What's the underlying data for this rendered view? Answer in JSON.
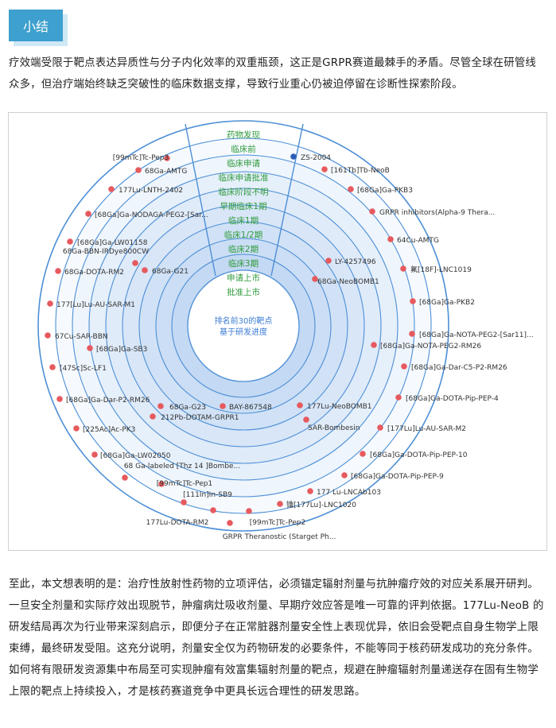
{
  "section": {
    "badge": "小结"
  },
  "intro": "疗效端受限于靶点表达异质性与分子内化效率的双重瓶颈，这正是GRPR赛道最棘手的矛盾。尽管全球在研管线众多，但治疗端始终缺乏突破性的临床数据支撑，导致行业重心仍被迫停留在诊断性探索阶段。",
  "figure": {
    "center": [
      "排名前30的靶点",
      "基于研发进度"
    ],
    "stages": [
      "药物发现",
      "临床前",
      "临床申请",
      "临床申请批准",
      "临床阶段不明",
      "早期临床1期",
      "临床1期",
      "临床1/2期",
      "临床2期",
      "临床3期",
      "申请上市",
      "批准上市"
    ],
    "drugs": [
      {
        "name": "ZS-2004",
        "color": "#2a5fb8"
      },
      {
        "name": "[161Tb]Tb-NeoB",
        "color": "#e65a5e"
      },
      {
        "name": "[68Ga]Ga-PKB3",
        "color": "#e65a5e"
      },
      {
        "name": "GRPR inhibitors(Alpha-9 Thera...",
        "color": "#e65a5e"
      },
      {
        "name": "64Cu-AMTG",
        "color": "#e65a5e"
      },
      {
        "name": "LY-4257496",
        "color": "#e65a5e"
      },
      {
        "name": "氟[18F]-LNC1019",
        "color": "#e65a5e"
      },
      {
        "name": "68Ga-NeoBOMB1",
        "color": "#e65a5e"
      },
      {
        "name": "[68Ga]Ga-PKB2",
        "color": "#e65a5e"
      },
      {
        "name": "[68Ga]Ga-NOTA-PEG2-[Sar11]...",
        "color": "#e65a5e"
      },
      {
        "name": "[68Ga]Ga-NOTA-PEG2-RM26",
        "color": "#e65a5e"
      },
      {
        "name": "[68Ga]Ga-Dar-C5-P2-RM26",
        "color": "#e65a5e"
      },
      {
        "name": "[68Ga]Ga-DOTA-Pip-PEP-4",
        "color": "#e65a5e"
      },
      {
        "name": "177Lu-NeoBOMB1",
        "color": "#e65a5e"
      },
      {
        "name": "SAR-Bombesin",
        "color": "#e65a5e"
      },
      {
        "name": "[177Lu]Lu-AU-SAR-M2",
        "color": "#e65a5e"
      },
      {
        "name": "[68Ga]Ga-DOTA-Pip-PEP-10",
        "color": "#e65a5e"
      },
      {
        "name": "[68Ga]Ga-DOTA-Pip-PEP-9",
        "color": "#e65a5e"
      },
      {
        "name": "177 Lu-LNCAb103",
        "color": "#e65a5e"
      },
      {
        "name": "镥[177Lu]-LNC1020",
        "color": "#e65a5e"
      },
      {
        "name": "[99mTc]Tc-Pep2",
        "color": "#e65a5e"
      },
      {
        "name": "GRPR Theranostic (Starget Ph...",
        "color": "#e65a5e"
      },
      {
        "name": "BAY-867548",
        "color": "#e65a5e"
      },
      {
        "name": "177Lu-DOTA-RM2",
        "color": "#e65a5e"
      },
      {
        "name": "[111In]In-SB9",
        "color": "#e65a5e"
      },
      {
        "name": "[99mTc]Tc-Pep1",
        "color": "#e65a5e"
      },
      {
        "name": "68 Ga-labeled [Thz 14 ]Bombe...",
        "color": "#e65a5e"
      },
      {
        "name": "[68Ga]Ga-LW02050",
        "color": "#e65a5e"
      },
      {
        "name": "[225Ac]Ac-PK3",
        "color": "#e65a5e"
      },
      {
        "name": "212Pb-DOTAM-GRPR1",
        "color": "#e65a5e"
      },
      {
        "name": "68Ga-G23",
        "color": "#e65a5e"
      },
      {
        "name": "[68Ga]Ga-Dar-P2-RM26",
        "color": "#e65a5e"
      },
      {
        "name": "[47Sc]Sc-LF1",
        "color": "#e65a5e"
      },
      {
        "name": "[68Ga]Ga-SB3",
        "color": "#e65a5e"
      },
      {
        "name": "67Cu-SAR-BBN",
        "color": "#e65a5e"
      },
      {
        "name": "177[Lu]Lu-AU-SAR-M1",
        "color": "#e65a5e"
      },
      {
        "name": "68Ga-G21",
        "color": "#e65a5e"
      },
      {
        "name": "68Ga-DOTA-RM2",
        "color": "#e65a5e"
      },
      {
        "name": "68Ga-BBN-IRDye800CW",
        "color": "#e65a5e"
      },
      {
        "name": "[68Ga]Ga-LW01158",
        "color": "#e65a5e"
      },
      {
        "name": "[68Ga]Ga-NODAGA-PEG2-[Sar...",
        "color": "#e65a5e"
      },
      {
        "name": "177Lu-LNTH-2402",
        "color": "#e65a5e"
      },
      {
        "name": "68Ga-AMTG",
        "color": "#e65a5e"
      },
      {
        "name": "[99mTc]Tc-Pep3",
        "color": "#e65a5e"
      }
    ]
  },
  "conclusion": "至此，本文想表明的是：治疗性放射性药物的立项评估，必须锚定辐射剂量与抗肿瘤疗效的对应关系展开研判。一旦安全剂量和实际疗效出现脱节，肿瘤病灶吸收剂量、早期疗效应答是唯一可靠的评判依据。177Lu-NeoB 的研发结局再次为行业带来深刻启示，即便分子在正常脏器剂量安全性上表现优异，依旧会受靶点自身生物学上限束缚，最终研发受阻。这充分说明，剂量安全仅为药物研发的必要条件，不能等同于核药研发成功的充分条件。如何将有限研发资源集中布局至可实现肿瘤有效富集辐射剂量的靶点，规避在肿瘤辐射剂量递送存在固有生物学上限的靶点上持续投入，才是核药赛道竞争中更具长远合理性的研发思路。"
}
